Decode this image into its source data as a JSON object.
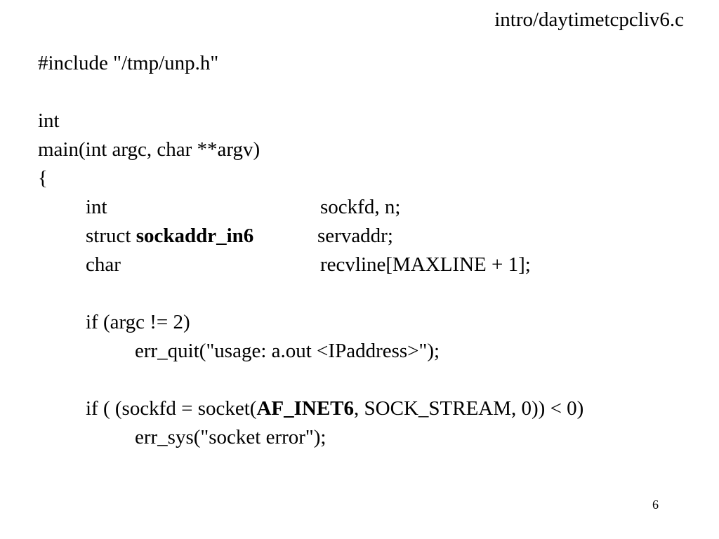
{
  "slide": {
    "filename": "intro/daytimetcpcliv6.c",
    "page_number": "6"
  },
  "code": {
    "include": "#include \"/tmp/unp.h\"",
    "ret_type": "int",
    "signature": "main(int argc, char **argv)",
    "brace_open": "{",
    "decl1": {
      "type": "int",
      "name": "sockfd, n;"
    },
    "decl2": {
      "type_prefix": "struct ",
      "type_bold": "sockaddr_in6",
      "name": "servaddr;"
    },
    "decl3": {
      "type": "char",
      "name": "recvline[MAXLINE + 1];"
    },
    "if1": "if (argc != 2)",
    "if1_body": "err_quit(\"usage: a.out <IPaddress>\");",
    "if2": {
      "prefix": "if ( (sockfd = socket(",
      "bold": "AF_INET6",
      "suffix": ", SOCK_STREAM, 0)) < 0)"
    },
    "if2_body": "err_sys(\"socket error\");"
  }
}
